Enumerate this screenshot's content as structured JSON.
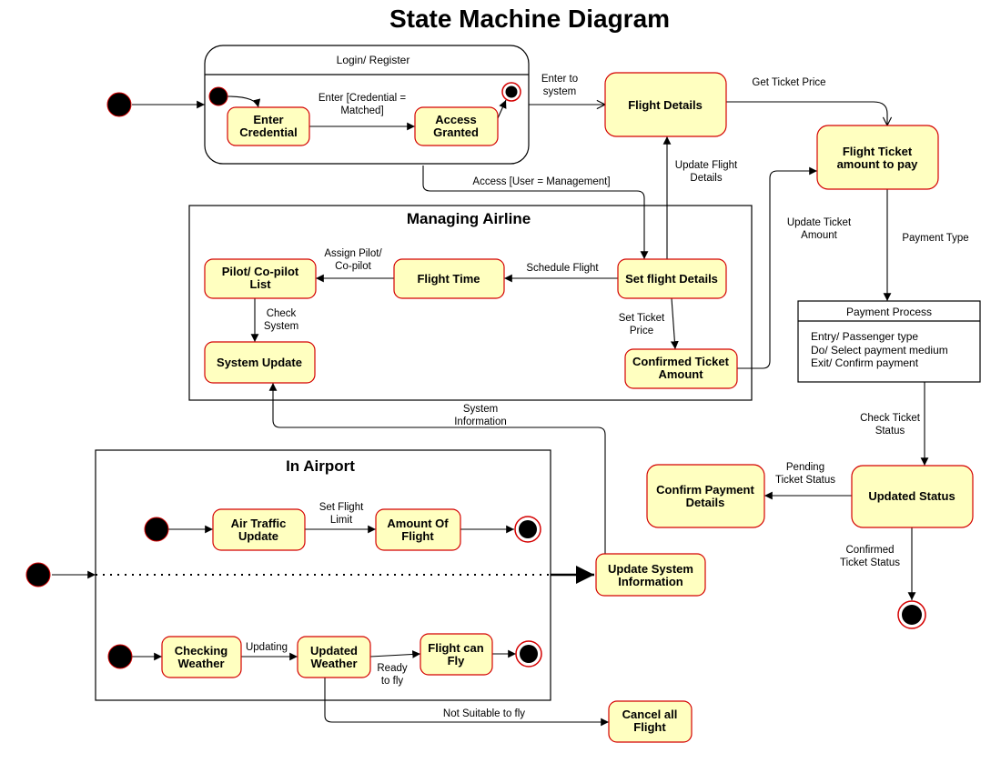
{
  "title": "State Machine Diagram",
  "colors": {
    "state_fill": "#ffffc0",
    "state_border": "#d40000",
    "initial": "#000000"
  },
  "composites": {
    "login": "Login/ Register",
    "managing": "Managing Airline",
    "airport": "In Airport",
    "payment": "Payment Process"
  },
  "payment_process": {
    "entry": "Entry/ Passenger type",
    "do": "Do/ Select payment medium",
    "exit": "Exit/ Confirm payment"
  },
  "states": {
    "enter_credential": [
      "Enter",
      "Credential"
    ],
    "access_granted": [
      "Access",
      "Granted"
    ],
    "flight_details": [
      "Flight Details"
    ],
    "flight_ticket_amount": [
      "Flight Ticket",
      "amount to pay"
    ],
    "set_flight_details": [
      "Set flight Details"
    ],
    "flight_time": [
      "Flight Time"
    ],
    "pilot_list": [
      "Pilot/ Co-pilot",
      "List"
    ],
    "system_update": [
      "System Update"
    ],
    "confirmed_ticket_amount": [
      "Confirmed Ticket",
      "Amount"
    ],
    "air_traffic_update": [
      "Air Traffic",
      "Update"
    ],
    "amount_of_flight": [
      "Amount Of",
      "Flight"
    ],
    "checking_weather": [
      "Checking",
      "Weather"
    ],
    "updated_weather": [
      "Updated",
      "Weather"
    ],
    "flight_can_fly": [
      "Flight can",
      "Fly"
    ],
    "update_system_information": [
      "Update System",
      "Information"
    ],
    "cancel_all_flight": [
      "Cancel all",
      "Flight"
    ],
    "updated_status": [
      "Updated Status"
    ],
    "confirm_payment_details": [
      "Confirm Payment",
      "Details"
    ]
  },
  "transitions": {
    "enter_credential_matched": [
      "Enter [Credential =",
      "Matched]"
    ],
    "enter_to_system": [
      "Enter to",
      "system"
    ],
    "get_ticket_price": [
      "Get Ticket Price"
    ],
    "access_management": [
      "Access [User = Management]"
    ],
    "update_flight_details": [
      "Update Flight",
      "Details"
    ],
    "update_ticket_amount": [
      "Update Ticket",
      "Amount"
    ],
    "payment_type": [
      "Payment Type"
    ],
    "schedule_flight": [
      "Schedule Flight"
    ],
    "assign_pilot": [
      "Assign Pilot/",
      "Co-pilot"
    ],
    "check_system": [
      "Check",
      "System"
    ],
    "set_ticket_price": [
      "Set Ticket",
      "Price"
    ],
    "system_information": [
      "System",
      "Information"
    ],
    "set_flight_limit": [
      "Set Flight",
      "Limit"
    ],
    "updating": [
      "Updating"
    ],
    "ready_to_fly": [
      "Ready",
      "to fly"
    ],
    "not_suitable": [
      "Not Suitable to fly"
    ],
    "check_ticket_status": [
      "Check Ticket",
      "Status"
    ],
    "pending_ticket_status": [
      "Pending",
      "Ticket Status"
    ],
    "confirmed_ticket_status": [
      "Confirmed",
      "Ticket Status"
    ]
  }
}
